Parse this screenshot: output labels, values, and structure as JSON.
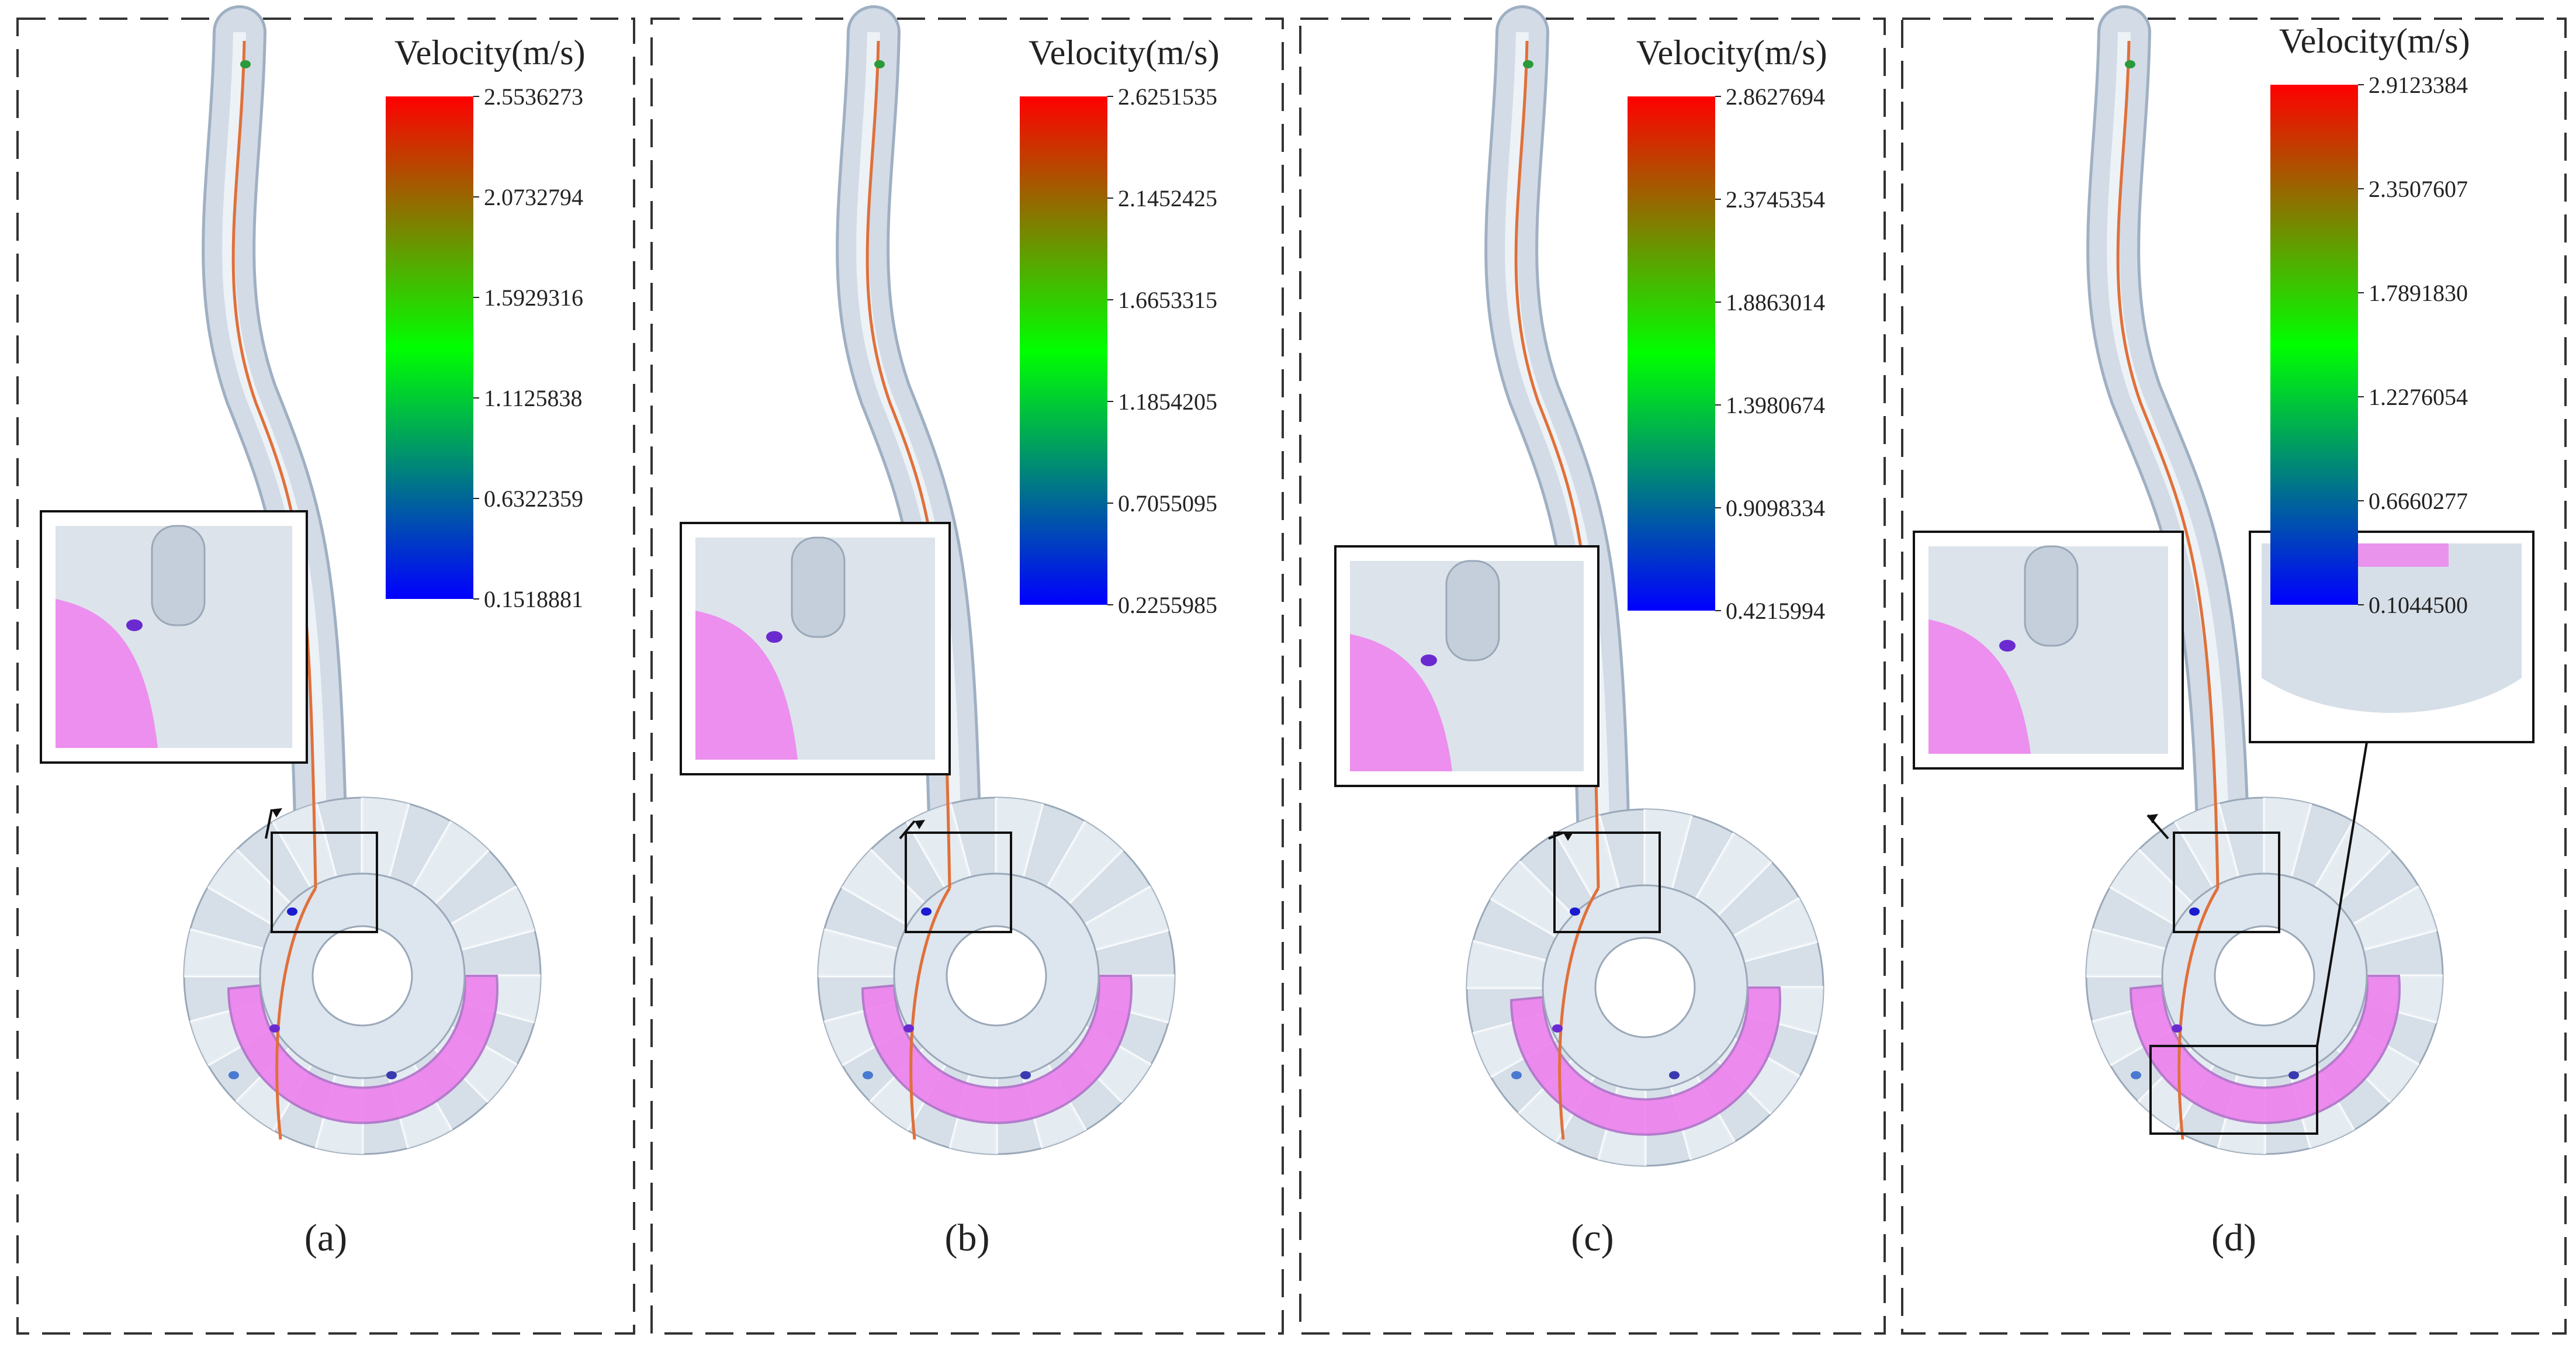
{
  "colors": {
    "scale_low": "#0000ff",
    "scale_mid": "#00ff00",
    "scale_high": "#ff0000",
    "streamline": "#e0703a",
    "channel": "#ee80ee",
    "pipe": "#d2dbe6",
    "disc": "#d6dfe8",
    "frame": "#333333"
  },
  "panels": [
    {
      "label": "(a)",
      "legend_title": "Velocity(m/s)",
      "ticks": [
        "2.5536273",
        "2.0732794",
        "1.5929316",
        "1.1125838",
        "0.6322359",
        "0.1518881"
      ],
      "zooms": [
        "entry"
      ]
    },
    {
      "label": "(b)",
      "legend_title": "Velocity(m/s)",
      "ticks": [
        "2.6251535",
        "2.1452425",
        "1.6653315",
        "1.1854205",
        "0.7055095",
        "0.2255985"
      ],
      "zooms": [
        "entry"
      ]
    },
    {
      "label": "(c)",
      "legend_title": "Velocity(m/s)",
      "ticks": [
        "2.8627694",
        "2.3745354",
        "1.8863014",
        "1.3980674",
        "0.9098334",
        "0.4215994"
      ],
      "zooms": [
        "entry"
      ]
    },
    {
      "label": "(d)",
      "legend_title": "Velocity(m/s)",
      "ticks": [
        "2.9123384",
        "2.3507607",
        "1.7891830",
        "1.2276054",
        "0.6660277",
        "0.1044500"
      ],
      "zooms": [
        "entry",
        "outer-rim"
      ]
    }
  ]
}
